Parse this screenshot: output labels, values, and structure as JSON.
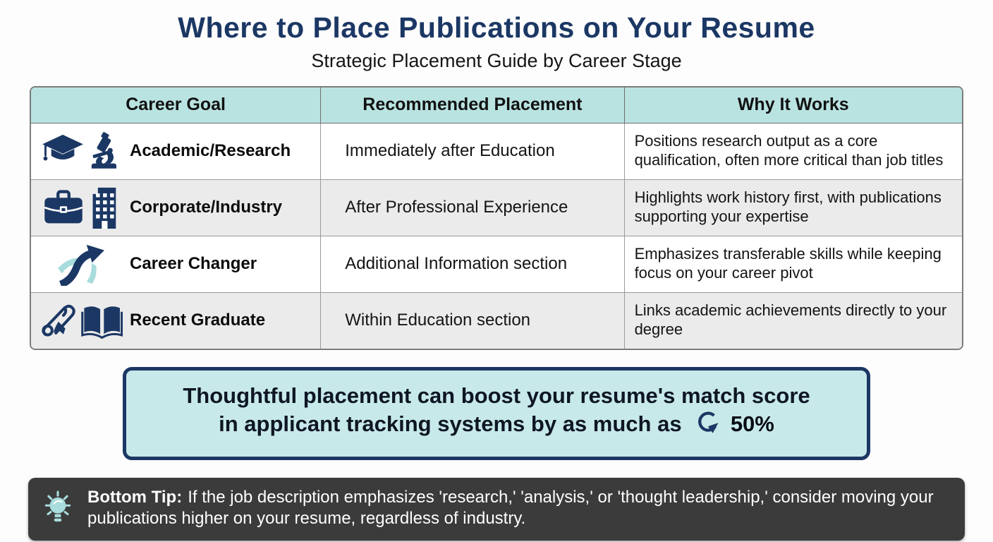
{
  "header": {
    "title": "Where to Place Publications on Your Resume",
    "subtitle": "Strategic Placement Guide by Career Stage"
  },
  "table": {
    "columns": [
      "Career Goal",
      "Recommended Placement",
      "Why It Works"
    ],
    "rows": [
      {
        "icon": "graduation-cap-and-microscope",
        "goal": "Academic/Research",
        "placement": "Immediately after Education",
        "why": "Positions research output as a core qualification, often more critical than job titles"
      },
      {
        "icon": "briefcase-and-office-building",
        "goal": "Corporate/Industry",
        "placement": "After Professional Experience",
        "why": "Highlights work history first, with publications supporting your expertise"
      },
      {
        "icon": "forked-road-arrow",
        "goal": "Career Changer",
        "placement": "Additional Information section",
        "why": "Emphasizes transferable skills while keeping focus on your career pivot"
      },
      {
        "icon": "diploma-and-open-book",
        "goal": "Recent Graduate",
        "placement": "Within Education section",
        "why": "Links academic achievements directly to your degree"
      }
    ]
  },
  "callout": {
    "line1": "Thoughtful placement can boost your resume's match score",
    "line2_prefix": "in applicant tracking systems by as much as",
    "stat": "50%",
    "icon": "circular-arrow"
  },
  "bottom_tip": {
    "icon": "lightbulb",
    "label": "Bottom Tip:",
    "text": "If the job description emphasizes 'research,' 'analysis,' or 'thought leadership,' consider moving your publications higher on your resume, regardless of industry."
  },
  "colors": {
    "navy": "#1b3764",
    "header_teal": "#b9e3e1",
    "callout_teal": "#c8e9e9",
    "row_alt_gray": "#ebebeb",
    "tip_bar_gray": "#3b3b3b",
    "tip_icon_teal": "#a9dcdc"
  }
}
